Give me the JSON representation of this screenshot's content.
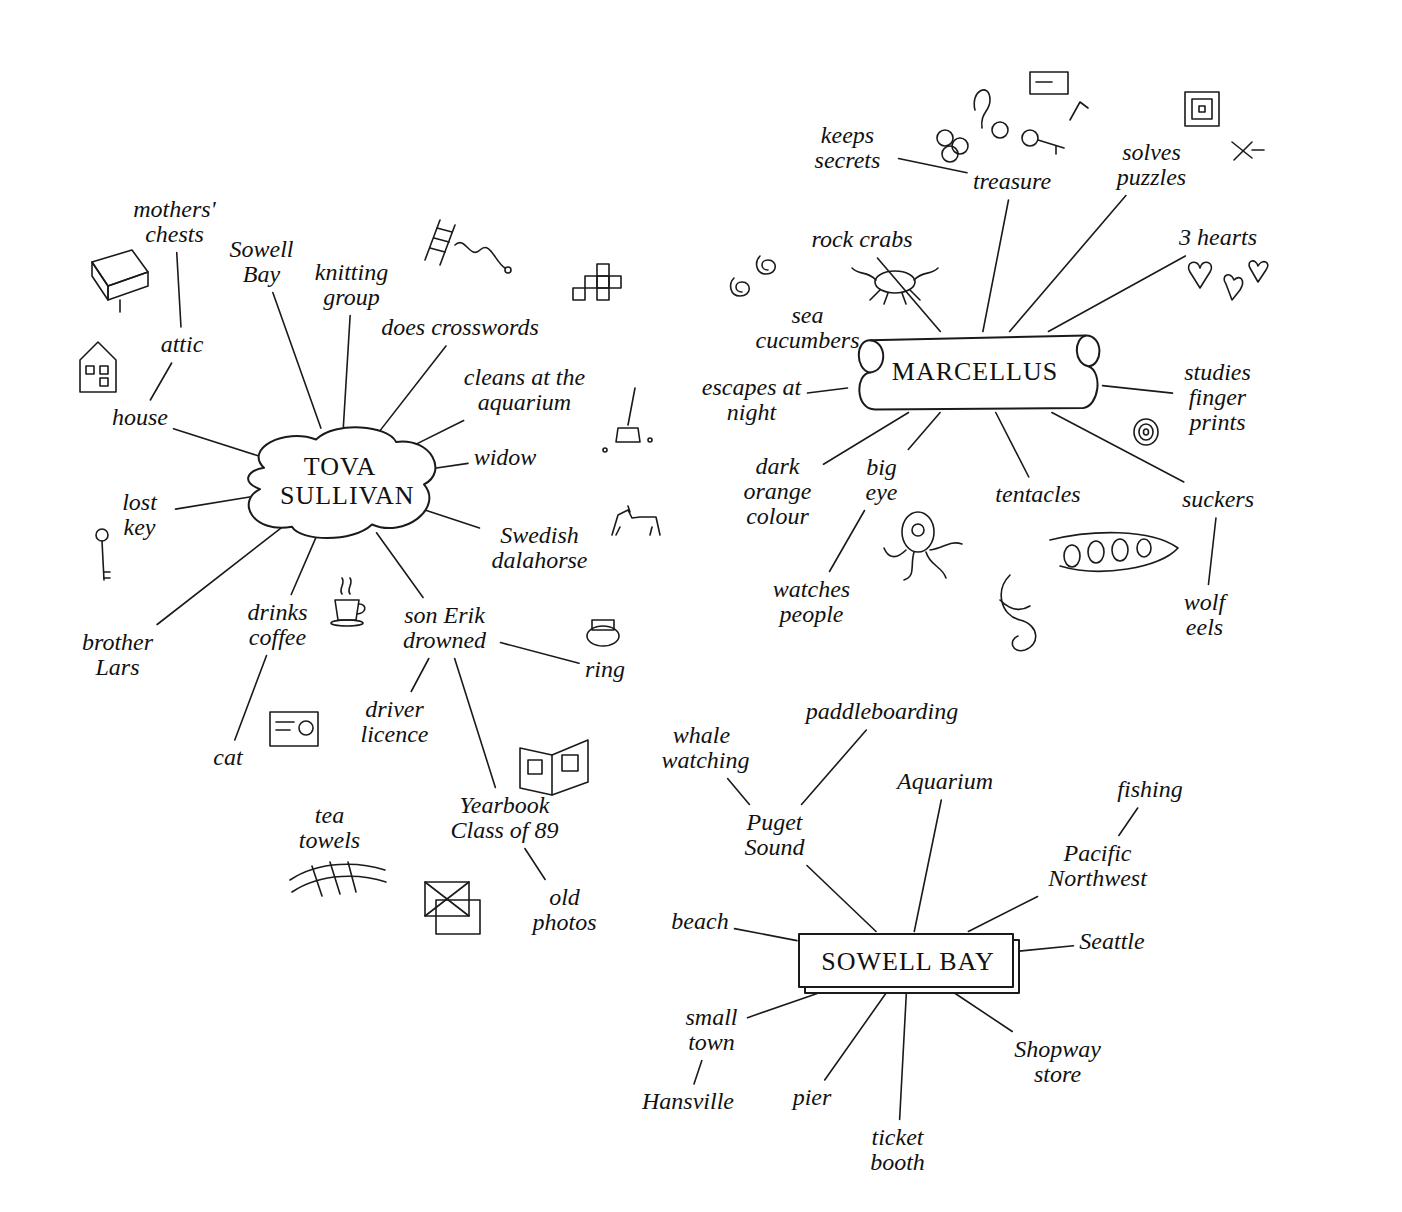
{
  "diagram": {
    "nodes": [
      {
        "text": [
          "TOVA SULLIVAN"
        ]
      },
      {
        "text": [
          "MARCELLUS"
        ]
      },
      {
        "text": [
          "SOWELL BAY"
        ]
      }
    ],
    "edges": [],
    "labels": [
      "mothers' chests",
      "Sowell Bay",
      "attic",
      "house",
      "knitting group",
      "does crosswords",
      "cleans at the aquarium",
      "widow",
      "Swedish dalahorse",
      "lost key",
      "drinks coffee",
      "son Erik drowned",
      "ring",
      "brother Lars",
      "cat",
      "driver licence",
      "Yearbook Class of 89",
      "tea towels",
      "old photos",
      "keeps secrets",
      "treasure",
      "solves puzzles",
      "rock crabs",
      "sea cucumbers",
      "3 hearts",
      "escapes at night",
      "studies finger prints",
      "dark orange colour",
      "big eye",
      "tentacles",
      "suckers",
      "watches people",
      "wolf eels",
      "whale watching",
      "paddleboarding",
      "Puget Sound",
      "Aquarium",
      "fishing",
      "Pacific Northwest",
      "Seattle",
      "beach",
      "small town",
      "Hansville",
      "pier",
      "ticket booth",
      "Shopway store"
    ]
  }
}
